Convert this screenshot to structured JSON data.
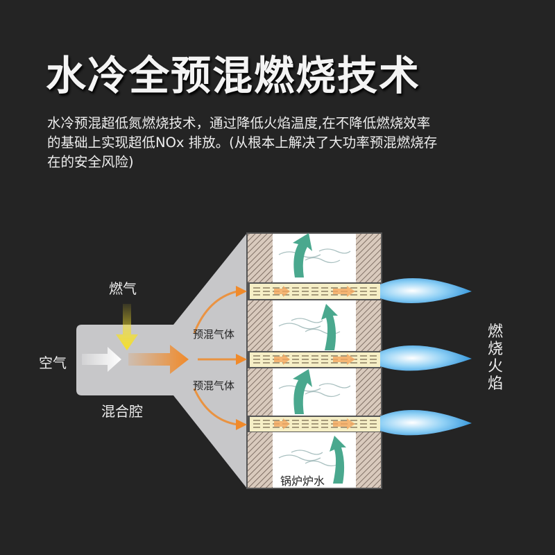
{
  "title": "水冷全预混燃烧技术",
  "description": {
    "lines": [
      "水冷预混超低氮燃烧技术，通过降低火焰温度,在不降低燃烧效率",
      "的基础上实现超低NOx 排放。(从根本上解决了大功率预混燃烧存",
      "在的安全风险)"
    ]
  },
  "diagram": {
    "gas_label": "燃气",
    "air_label": "空气",
    "mixing_chamber_label": "混合腔",
    "premixed_gas_label_1": "预混气体",
    "premixed_gas_label_2": "预混气体",
    "boiler_water_label": "锅炉炉水",
    "flame_label": "燃烧火焰",
    "colors": {
      "orange": "#f08a2a",
      "yellow": "#f5e02a",
      "teal": "#4aa88e",
      "flame": "#4fb3ea",
      "tube": "#f6efc6"
    }
  }
}
